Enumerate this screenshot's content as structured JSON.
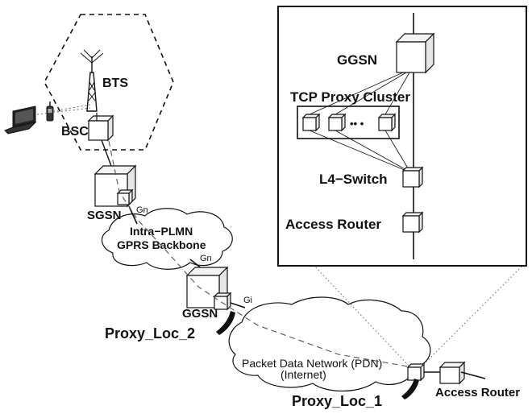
{
  "labels": {
    "bts": "BTS",
    "bsc": "BSC",
    "sgsn": "SGSN",
    "gn_sgsn": "Gn",
    "backbone_line1": "Intra−PLMN",
    "backbone_line2": "GPRS Backbone",
    "gn_ggsn": "Gn",
    "ggsn": "GGSN",
    "gi": "Gi",
    "proxy_loc_2": "Proxy_Loc_2",
    "pdn_line1": "Packet Data Network (PDN)",
    "pdn_line2": "(Internet)",
    "proxy_loc_1": "Proxy_Loc_1",
    "access_router": "Access Router"
  },
  "inset": {
    "ggsn": "GGSN",
    "tcp_proxy_cluster": "TCP Proxy Cluster",
    "ellipsis": "•• •",
    "l4_switch": "L4−Switch",
    "access_router": "Access Router"
  },
  "icons": [
    "laptop-icon",
    "mobile-phone-icon",
    "antenna-tower-icon",
    "curved-arrow-icon"
  ]
}
